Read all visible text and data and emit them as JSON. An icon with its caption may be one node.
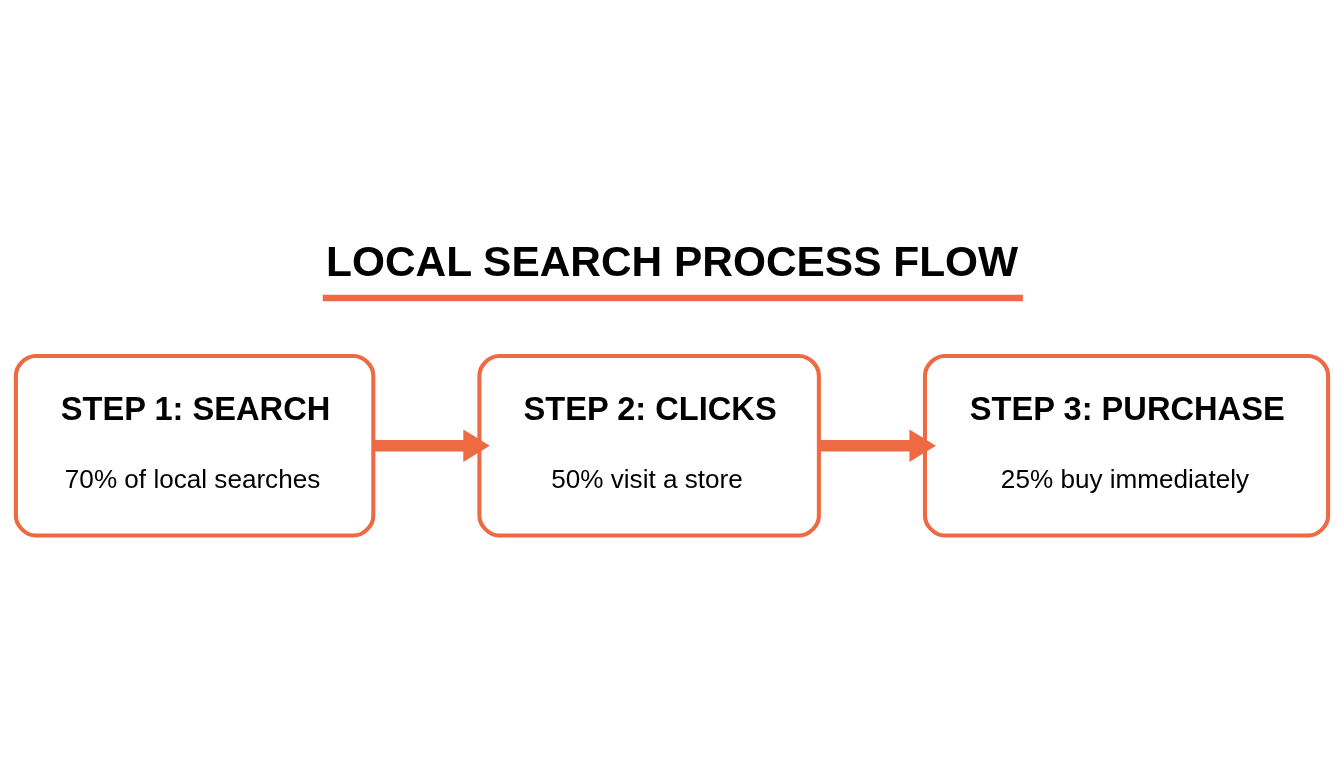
{
  "diagram": {
    "title": "LOCAL SEARCH PROCESS FLOW",
    "nodes": [
      {
        "text": [
          "STEP 1: SEARCH",
          "70% of local searches"
        ]
      },
      {
        "text": [
          "STEP 2: CLICKS",
          "50% visit a store"
        ]
      },
      {
        "text": [
          "STEP 3: PURCHASE",
          "25% buy immediately"
        ]
      }
    ],
    "edges": [
      {
        "from": 0,
        "to": 1,
        "arrow": "to"
      },
      {
        "from": 1,
        "to": 2,
        "arrow": "to"
      }
    ]
  }
}
